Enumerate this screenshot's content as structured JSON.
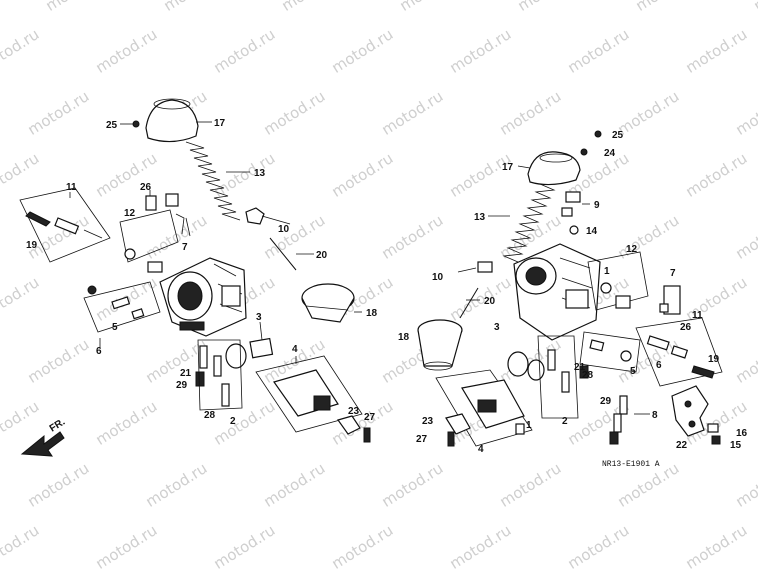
{
  "watermark": "motod.ru",
  "diagram_code": "NR13-E1901 A",
  "direction_label": "FR.",
  "callouts_left": {
    "c25": "25",
    "c17": "17",
    "c13": "13",
    "c11": "11",
    "c26": "26",
    "c12": "12",
    "c10": "10",
    "c7": "7",
    "c19": "19",
    "c20": "20",
    "c18": "18",
    "c5": "5",
    "c6": "6",
    "c3": "3",
    "c4": "4",
    "c21": "21",
    "c29": "29",
    "c28": "28",
    "c2": "2",
    "c23": "23",
    "c27": "27"
  },
  "callouts_right": {
    "c25": "25",
    "c24": "24",
    "c17": "17",
    "c9": "9",
    "c13": "13",
    "c14": "14",
    "c12": "12",
    "c10": "10",
    "c1": "1",
    "c7": "7",
    "c20": "20",
    "c26": "26",
    "c11": "11",
    "c18": "18",
    "c3": "3",
    "c21": "21",
    "c5": "5",
    "c6": "6",
    "c19": "19",
    "c28": "28",
    "c2": "2",
    "c29": "29",
    "c8": "8",
    "c1b": "1",
    "c23": "23",
    "c27": "27",
    "c4": "4",
    "c16": "16",
    "c15": "15",
    "c22": "22"
  }
}
